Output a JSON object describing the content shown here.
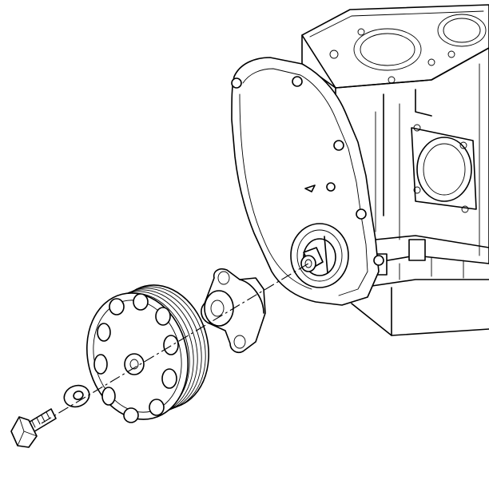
{
  "diagram": {
    "parts": [
      {
        "id": "engine-block",
        "icon": "engine-block-icon"
      },
      {
        "id": "timing-cover",
        "icon": "timing-cover-icon"
      },
      {
        "id": "crankshaft-seal",
        "icon": "crankshaft-seal-icon"
      },
      {
        "id": "balancer-hub",
        "icon": "hub-flange-icon"
      },
      {
        "id": "crankshaft-pulley",
        "icon": "pulley-icon"
      },
      {
        "id": "washer",
        "icon": "washer-icon"
      },
      {
        "id": "bolt",
        "icon": "bolt-icon"
      }
    ],
    "colors": {
      "stroke": "#000000",
      "fill": "#ffffff"
    }
  }
}
